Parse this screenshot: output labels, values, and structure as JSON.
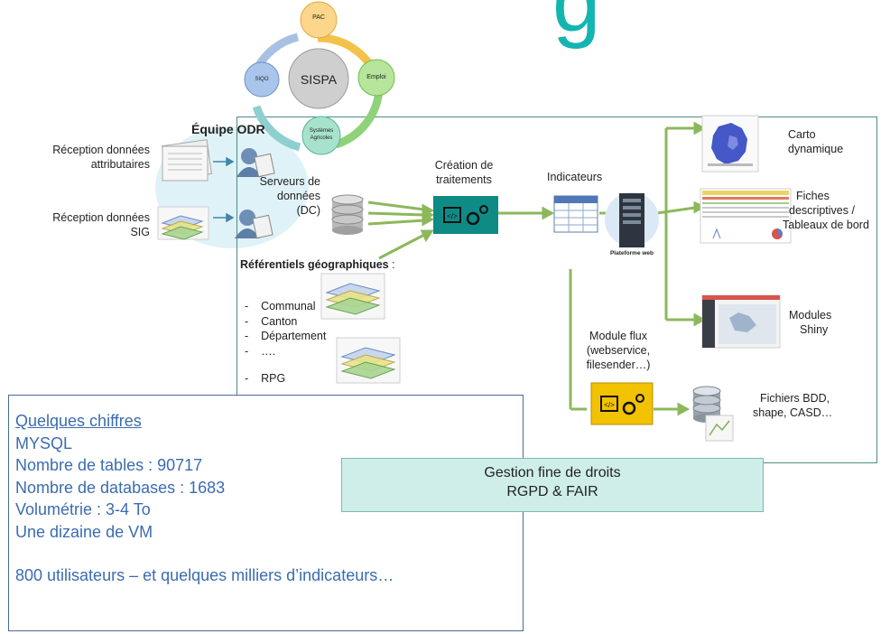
{
  "header": {
    "partial_title": "g"
  },
  "sispa_ring": {
    "center": "SISPA",
    "nodes": {
      "top": "PAC",
      "right": "Emploi",
      "bottom_line1": "Systèmes",
      "bottom_line2": "Agricoles",
      "left": "SIQO"
    }
  },
  "team": {
    "label": "Équipe ODR"
  },
  "reception": {
    "attributaires": {
      "line1": "Réception données",
      "line2": "attributaires"
    },
    "sig": {
      "line1": "Réception données",
      "line2": "SIG"
    }
  },
  "servers": {
    "line1": "Serveurs de",
    "line2": "données",
    "line3": "(DC)"
  },
  "referentiels": {
    "title": "Référentiels géographiques",
    "colon": " :",
    "items": [
      "Communal",
      "Canton",
      "Département",
      "….",
      "RPG"
    ],
    "bullet": "-"
  },
  "traitements": {
    "line1": "Création de",
    "line2": "traitements"
  },
  "indicateurs": {
    "label": "Indicateurs"
  },
  "plateforme": {
    "label": "Plateforme web"
  },
  "outputs": {
    "carto": {
      "line1": "Carto",
      "line2": "dynamique"
    },
    "fiches": {
      "line1": "Fiches",
      "line2": "descriptives /",
      "line3": "Tableaux de bord"
    },
    "shiny": {
      "line1": "Modules",
      "line2": "Shiny"
    },
    "module_flux": {
      "line1": "Module flux",
      "line2": "(webservice,",
      "line3": "filesender…)"
    },
    "fichiers": {
      "line1": "Fichiers BDD,",
      "line2": "shape, CASD…"
    }
  },
  "stats": {
    "title": "Quelques chiffres",
    "lines": [
      "MYSQL",
      "Nombre de tables : 90717",
      "Nombre de databases : 1683",
      "Volumétrie : 3-4 To",
      "Une dizaine de VM"
    ],
    "footer": "800 utilisateurs – et quelques milliers d’indicateurs…"
  },
  "banner": {
    "line1": "Gestion fine de droits",
    "line2": "RGPD & FAIR"
  },
  "colors": {
    "arrow": "#8cb85c",
    "frame": "#4d8a86",
    "teal": "#1a8f8a",
    "gold": "#f2c200",
    "stats_text": "#3b6cb0"
  }
}
